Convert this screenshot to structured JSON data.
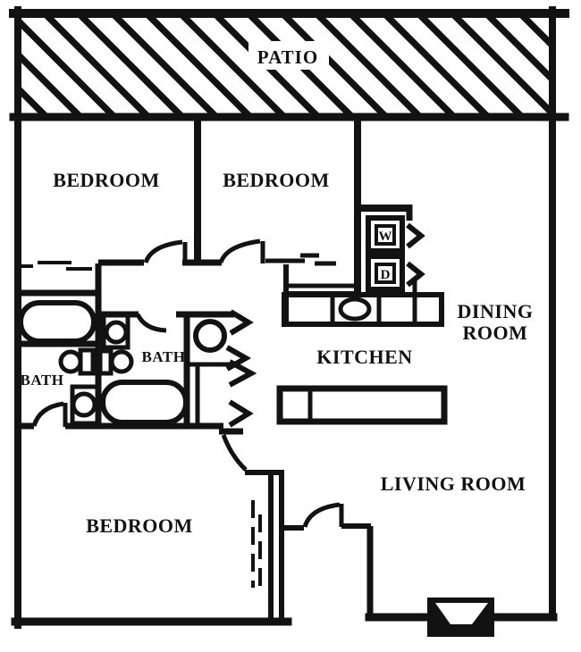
{
  "drawing": {
    "type": "apartment floor plan",
    "colors": {
      "ink": "#121212",
      "paper": "#ffffff"
    },
    "labels": {
      "patio": "PATIO",
      "bedroom_top_left": "BEDROOM",
      "bedroom_top_middle": "BEDROOM",
      "bedroom_bottom": "BEDROOM",
      "bath_left": "BATH",
      "bath_middle": "BATH",
      "kitchen": "KITCHEN",
      "dining_line1": "DINING",
      "dining_line2": "ROOM",
      "living_room": "LIVING ROOM",
      "washer": "W",
      "dryer": "D"
    }
  }
}
